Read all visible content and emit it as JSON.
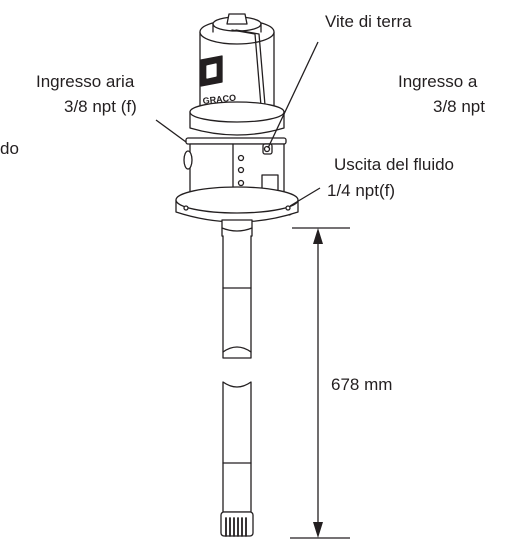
{
  "labels": {
    "air_inlet_left_title": "Ingresso aria",
    "air_inlet_left_spec": "3/8 npt (f)",
    "fluid_left_fragment": "do",
    "ground_screw": "Vite di terra",
    "air_inlet_right_title": "Ingresso a",
    "air_inlet_right_spec": "3/8 npt",
    "fluid_outlet_title": "Uscita del fluido",
    "fluid_outlet_spec": "1/4 npt(f)",
    "dimension": "678 mm"
  },
  "brand": {
    "logo_text": "GRACO"
  },
  "colors": {
    "stroke": "#231f20",
    "background": "#ffffff"
  }
}
